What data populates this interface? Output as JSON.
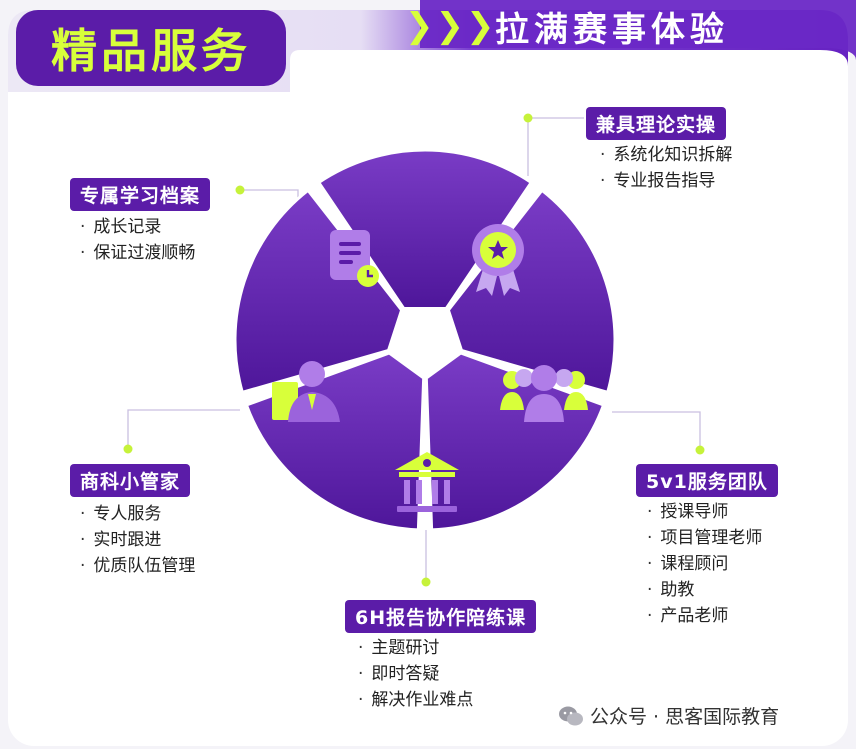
{
  "header": {
    "title": "精品服务",
    "subtitle": "拉满赛事体验"
  },
  "sections": {
    "archive": {
      "label": "专属学习档案",
      "items": [
        "成长记录",
        "保证过渡顺畅"
      ],
      "icon": "document-clock-icon"
    },
    "theory": {
      "label": "兼具理论实操",
      "items": [
        "系统化知识拆解",
        "专业报告指导"
      ],
      "icon": "award-badge-icon"
    },
    "steward": {
      "label": "商科小管家",
      "items": [
        "专人服务",
        "实时跟进",
        "优质队伍管理"
      ],
      "icon": "advisor-icon"
    },
    "team": {
      "label": "5v1服务团队",
      "items": [
        "授课导师",
        "项目管理老师",
        "课程顾问",
        "助教",
        "产品老师"
      ],
      "icon": "team-group-icon"
    },
    "course": {
      "label": "6H报告协作陪练课",
      "items": [
        "主题研讨",
        "即时答疑",
        "解决作业难点"
      ],
      "icon": "institution-icon"
    }
  },
  "footer": {
    "text": "公众号 · 思客国际教育",
    "icon": "wechat-icon"
  },
  "colors": {
    "purple": "#5b1ca8",
    "lime": "#d8ff3a",
    "accent_dot": "#c6f23a"
  }
}
